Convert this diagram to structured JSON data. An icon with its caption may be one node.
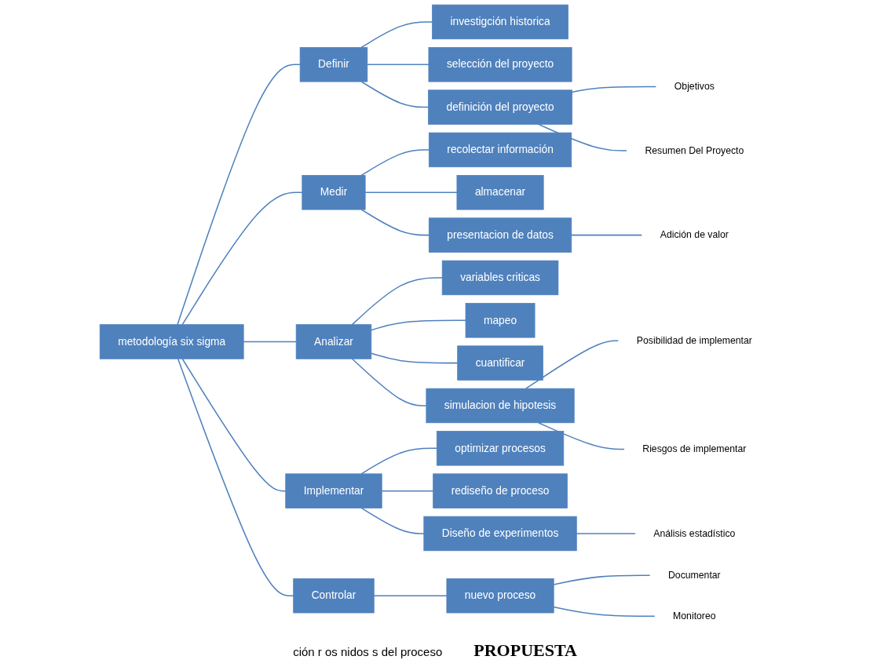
{
  "diagram": {
    "caption": "PROPUESTA",
    "nodes": [
      {
        "text": [
          "metodología six sigma"
        ]
      },
      {
        "text": [
          "Definir"
        ]
      },
      {
        "text": [
          "Medir"
        ]
      },
      {
        "text": [
          "Analizar"
        ]
      },
      {
        "text": [
          "Implementar"
        ]
      },
      {
        "text": [
          "Controlar"
        ]
      },
      {
        "text": [
          "investigción historica"
        ]
      },
      {
        "text": [
          "selección del proyecto"
        ]
      },
      {
        "text": [
          "definición del proyecto"
        ]
      },
      {
        "text": [
          "recolectar información"
        ]
      },
      {
        "text": [
          "almacenar"
        ]
      },
      {
        "text": [
          "presentacion de datos"
        ]
      },
      {
        "text": [
          "variables criticas"
        ]
      },
      {
        "text": [
          "mapeo"
        ]
      },
      {
        "text": [
          "cuantificar"
        ]
      },
      {
        "text": [
          "simulacion de hipotesis"
        ]
      },
      {
        "text": [
          "optimizar procesos"
        ]
      },
      {
        "text": [
          "rediseño de proceso"
        ]
      },
      {
        "text": [
          "Diseño de experimentos"
        ]
      },
      {
        "text": [
          "nuevo proceso"
        ]
      },
      {
        "text": [
          "Objetivos"
        ]
      },
      {
        "text": [
          "Resumen Del Proyecto"
        ]
      },
      {
        "text": [
          "Adición de valor"
        ]
      },
      {
        "text": [
          "Posibilidad de implementar"
        ]
      },
      {
        "text": [
          "Riesgos de implementar"
        ]
      },
      {
        "text": [
          "Análisis estadístico"
        ]
      },
      {
        "text": [
          "Documentar"
        ]
      },
      {
        "text": [
          "Monitoreo"
        ]
      }
    ],
    "edges": [
      {
        "from": 0,
        "to": 1,
        "arrow": "none"
      },
      {
        "from": 0,
        "to": 2,
        "arrow": "none"
      },
      {
        "from": 0,
        "to": 3,
        "arrow": "none"
      },
      {
        "from": 0,
        "to": 4,
        "arrow": "none"
      },
      {
        "from": 0,
        "to": 5,
        "arrow": "none"
      },
      {
        "from": 1,
        "to": 6,
        "arrow": "none"
      },
      {
        "from": 1,
        "to": 7,
        "arrow": "none"
      },
      {
        "from": 1,
        "to": 8,
        "arrow": "none"
      },
      {
        "from": 2,
        "to": 9,
        "arrow": "none"
      },
      {
        "from": 2,
        "to": 10,
        "arrow": "none"
      },
      {
        "from": 2,
        "to": 11,
        "arrow": "none"
      },
      {
        "from": 3,
        "to": 12,
        "arrow": "none"
      },
      {
        "from": 3,
        "to": 13,
        "arrow": "none"
      },
      {
        "from": 3,
        "to": 14,
        "arrow": "none"
      },
      {
        "from": 3,
        "to": 15,
        "arrow": "none"
      },
      {
        "from": 4,
        "to": 16,
        "arrow": "none"
      },
      {
        "from": 4,
        "to": 17,
        "arrow": "none"
      },
      {
        "from": 4,
        "to": 18,
        "arrow": "none"
      },
      {
        "from": 5,
        "to": 19,
        "arrow": "none"
      },
      {
        "from": 8,
        "to": 20,
        "arrow": "none"
      },
      {
        "from": 8,
        "to": 21,
        "arrow": "none"
      },
      {
        "from": 11,
        "to": 22,
        "arrow": "none"
      },
      {
        "from": 15,
        "to": 23,
        "arrow": "none"
      },
      {
        "from": 15,
        "to": 24,
        "arrow": "none"
      },
      {
        "from": 18,
        "to": 25,
        "arrow": "none"
      },
      {
        "from": 19,
        "to": 26,
        "arrow": "none"
      },
      {
        "from": 19,
        "to": 27,
        "arrow": "none"
      }
    ],
    "labels": [
      "ción r os nidos s del proceso"
    ]
  }
}
